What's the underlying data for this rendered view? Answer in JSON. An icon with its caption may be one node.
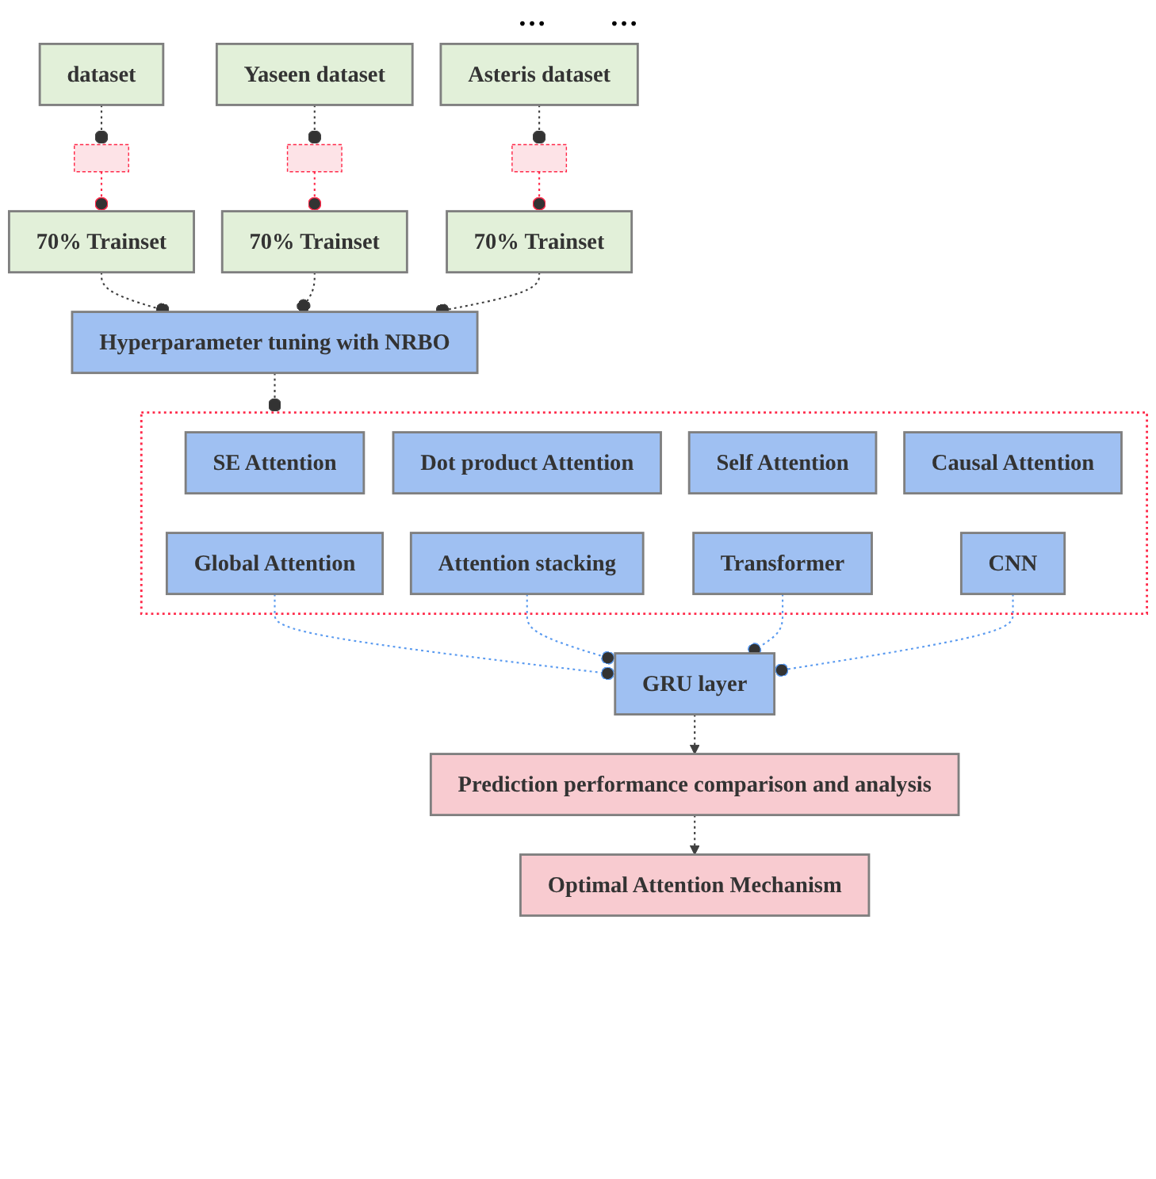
{
  "diagram": {
    "nodes": [
      {
        "text": [
          "dataset"
        ]
      },
      {
        "text": [
          "Yaseen dataset"
        ]
      },
      {
        "text": [
          "Asteris dataset"
        ]
      },
      {
        "text": [],
        "shape": "picture"
      },
      {
        "text": [],
        "shape": "picture"
      },
      {
        "text": [],
        "shape": "picture"
      },
      {
        "text": [
          "70% Trainset"
        ]
      },
      {
        "text": [
          "70% Trainset"
        ]
      },
      {
        "text": [
          "70% Trainset"
        ]
      },
      {
        "text": [
          "Hyperparameter tuning with NRBO"
        ]
      },
      {
        "text": [],
        "shape": "box"
      },
      {
        "text": [
          "SE Attention"
        ],
        "in": 10
      },
      {
        "text": [
          "Dot product Attention"
        ],
        "in": 10
      },
      {
        "text": [
          "Self Attention"
        ],
        "in": 10
      },
      {
        "text": [
          "Causal Attention"
        ],
        "in": 10
      },
      {
        "text": [
          "Global Attention"
        ],
        "in": 10
      },
      {
        "text": [
          "Attention stacking"
        ],
        "in": 10
      },
      {
        "text": [
          "Transformer"
        ],
        "in": 10
      },
      {
        "text": [
          "CNN"
        ],
        "in": 10
      },
      {
        "text": [
          "GRU layer"
        ]
      },
      {
        "text": [
          "Prediction performance comparison and analysis"
        ]
      },
      {
        "text": [
          "Optimal Attention Mechanism"
        ]
      }
    ],
    "edges": [
      {
        "from": 0,
        "to": 3,
        "arrow": "other",
        "style": "dashed"
      },
      {
        "from": 1,
        "to": 4,
        "arrow": "other",
        "style": "dashed"
      },
      {
        "from": 2,
        "to": 5,
        "arrow": "other",
        "style": "dashed"
      },
      {
        "from": 3,
        "to": 6,
        "arrow": "other",
        "style": "dashed",
        "color": "#ff2a4a"
      },
      {
        "from": 4,
        "to": 7,
        "arrow": "other",
        "style": "dashed",
        "color": "#ff2a4a"
      },
      {
        "from": 5,
        "to": 8,
        "arrow": "other",
        "style": "dashed",
        "color": "#ff2a4a"
      },
      {
        "from": 6,
        "to": 9,
        "arrow": "other",
        "style": "dashed"
      },
      {
        "from": 7,
        "to": 9,
        "arrow": "other",
        "style": "dashed"
      },
      {
        "from": 8,
        "to": 9,
        "arrow": "other",
        "style": "dashed"
      },
      {
        "from": 9,
        "to": 10,
        "arrow": "other",
        "style": "dashed"
      },
      {
        "from": 15,
        "to": 19,
        "arrow": "other",
        "style": "dashed",
        "color": "#5b9bf0"
      },
      {
        "from": 16,
        "to": 19,
        "arrow": "other",
        "style": "dashed",
        "color": "#5b9bf0"
      },
      {
        "from": 17,
        "to": 19,
        "arrow": "other",
        "style": "dashed",
        "color": "#5b9bf0"
      },
      {
        "from": 18,
        "to": 19,
        "arrow": "other",
        "style": "dashed",
        "color": "#5b9bf0"
      },
      {
        "from": 19,
        "to": 20,
        "arrow": "to",
        "style": "dashed"
      },
      {
        "from": 20,
        "to": 21,
        "arrow": "to",
        "style": "dashed"
      }
    ],
    "labels": [
      "…",
      "…"
    ]
  }
}
